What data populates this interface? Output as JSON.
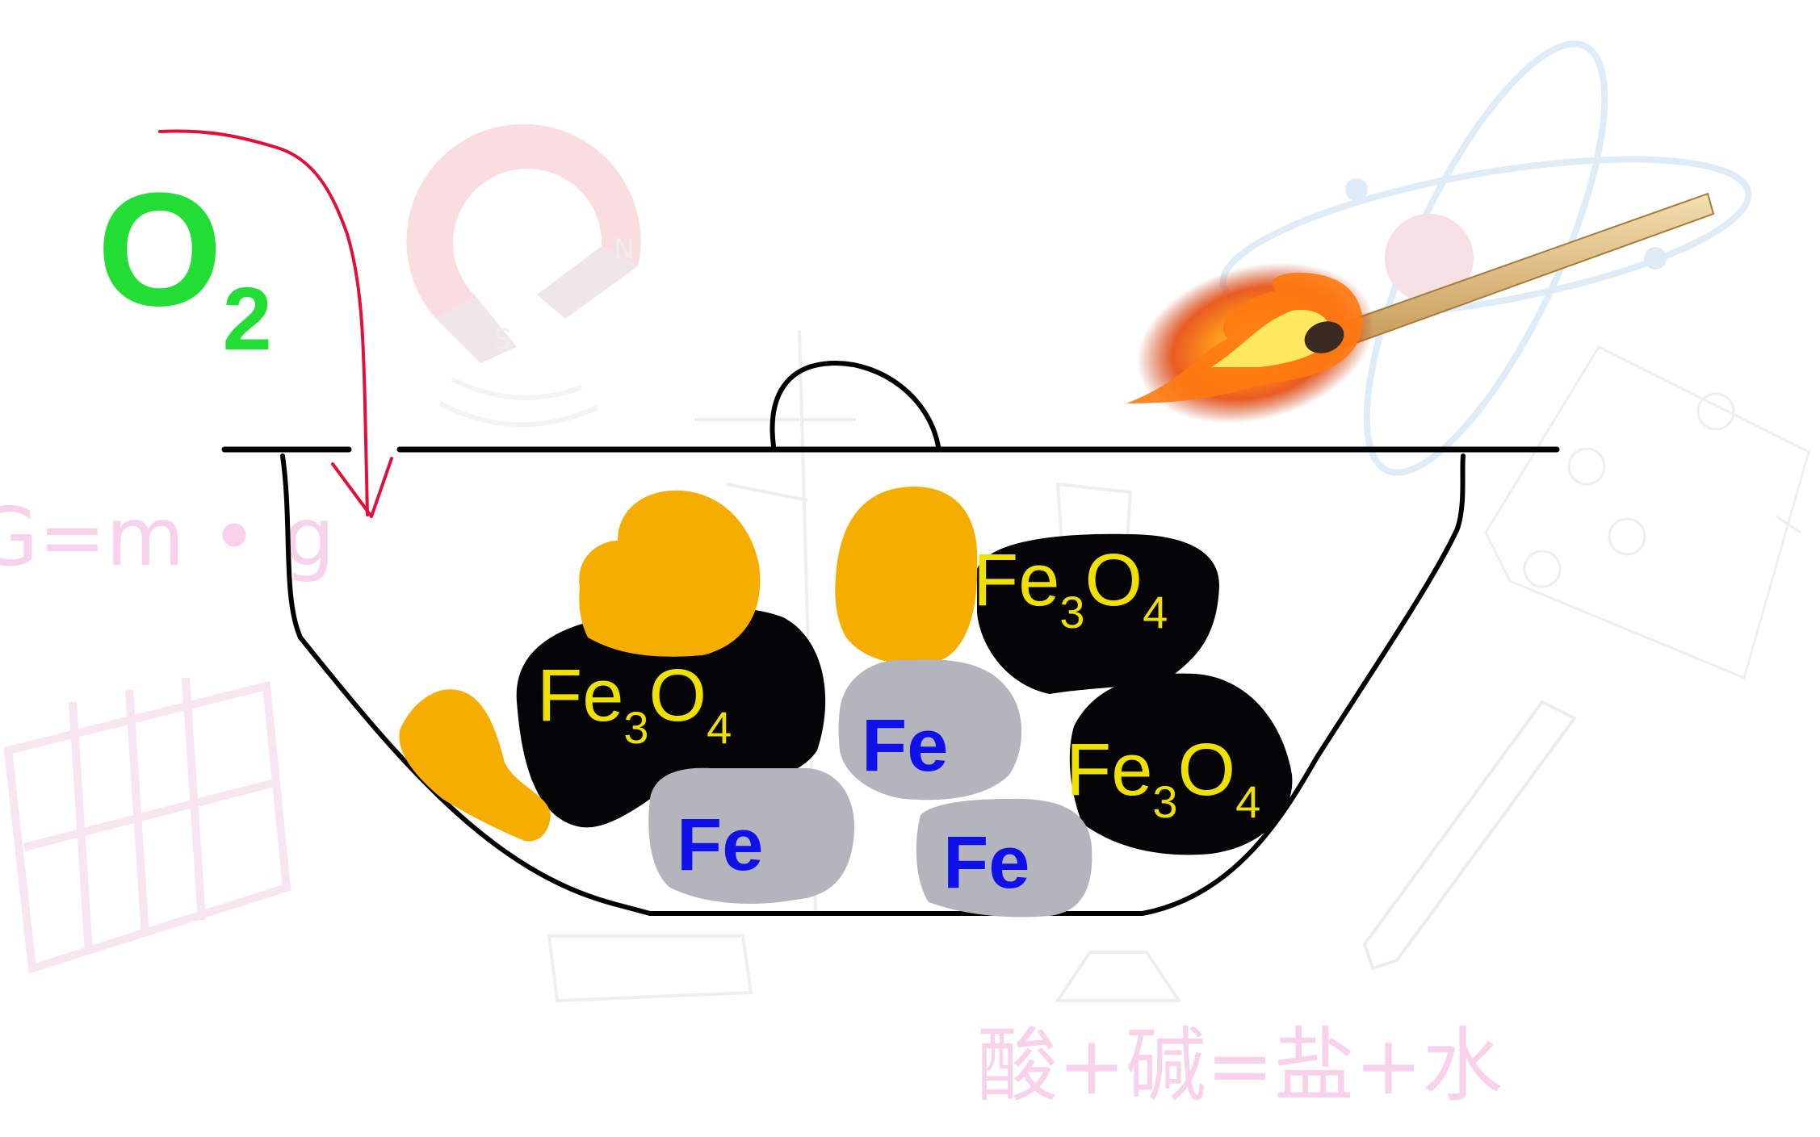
{
  "oxygen": {
    "label": "O",
    "subscript": "2",
    "color": "#22dd33",
    "arrow_color": "#e0103a"
  },
  "oxide_label": {
    "main1": "Fe",
    "sub1": "3",
    "main2": "O",
    "sub2": "4",
    "color": "#f0e000"
  },
  "iron_label": {
    "text": "Fe",
    "color": "#1010e8"
  },
  "colors": {
    "oxide": "#050508",
    "iron": "#b4b4bc",
    "sulfur": "#f5ad00",
    "pot": "#000000"
  },
  "watermarks": {
    "formula_left": "G=m • g",
    "formula_bottom": "酸+碱=盐+水",
    "magnet_s": "S",
    "magnet_n": "N"
  }
}
